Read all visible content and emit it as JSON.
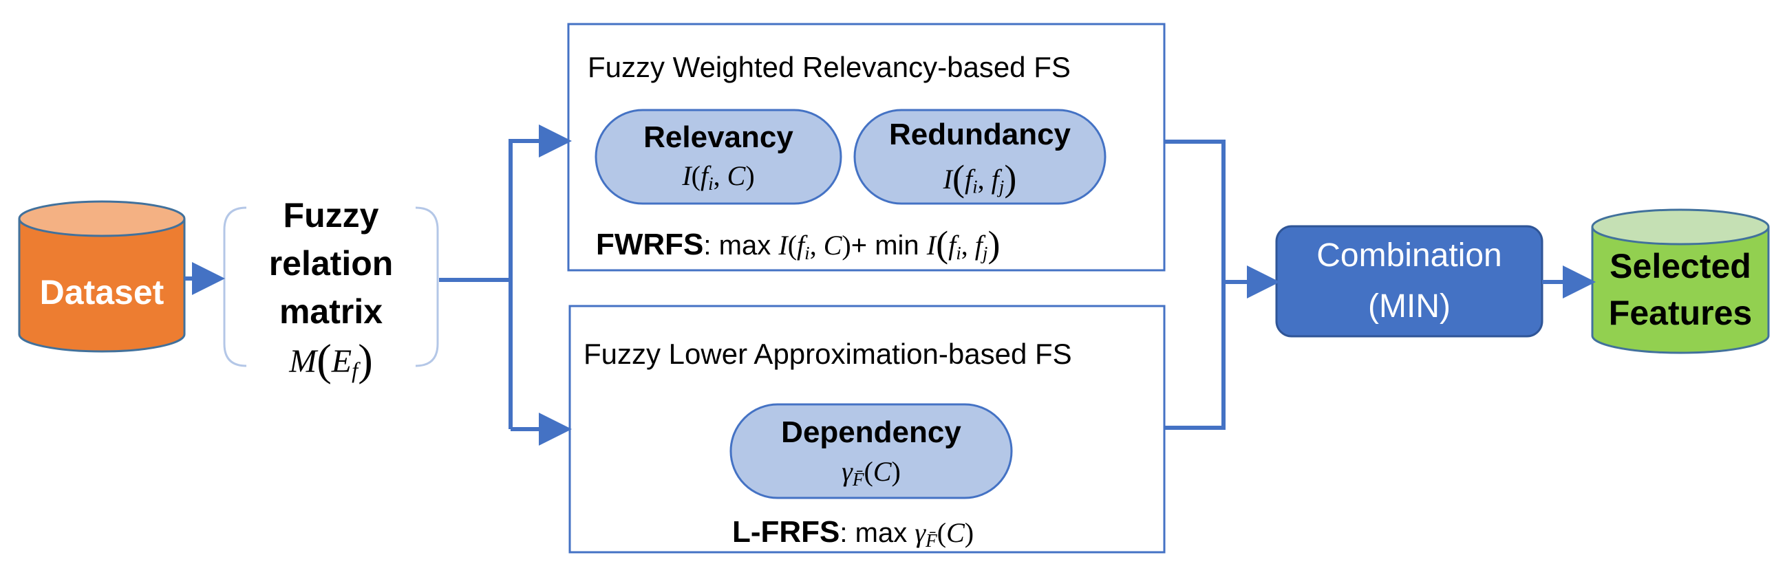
{
  "nodes": {
    "dataset": {
      "label": "Dataset",
      "color": "#ED7D31"
    },
    "fuzzy_matrix": {
      "line1": "Fuzzy",
      "line2": "relation",
      "line3": "matrix",
      "formula_fn": "M",
      "formula_var": "E",
      "formula_sub": "f"
    },
    "fwrfs_panel": {
      "title": "Fuzzy Weighted Relevancy-based FS",
      "relevancy": {
        "label": "Relevancy",
        "fn": "I",
        "arg1": "f",
        "arg1_sub": "i",
        "arg2": "C"
      },
      "redundancy": {
        "label": "Redundancy",
        "fn": "I",
        "arg1": "f",
        "arg1_sub": "i",
        "arg2": "f",
        "arg2_sub": "j"
      },
      "objective": {
        "name": "FWRFS",
        "sep": ":",
        "op1": "max",
        "term1": "I(f_i, C)",
        "plus": "+",
        "op2": "min",
        "term2": "I(f_i, f_j)"
      }
    },
    "lfrfs_panel": {
      "title": "Fuzzy Lower Approximation-based FS",
      "dependency": {
        "label": "Dependency",
        "fn": "γ",
        "sub": "F̄",
        "arg": "C"
      },
      "objective": {
        "name": "L-FRFS",
        "sep": ":",
        "op": "max",
        "term": "γ_F̄(C)"
      }
    },
    "combination": {
      "line1": "Combination",
      "line2": "(MIN)",
      "color": "#4472C4"
    },
    "selected": {
      "line1": "Selected",
      "line2": "Features",
      "color": "#92D050"
    }
  },
  "colors": {
    "arrow": "#4472C4",
    "panel_border": "#4472C4",
    "pill_fill": "#B4C7E7",
    "pill_border": "#4472C4"
  }
}
